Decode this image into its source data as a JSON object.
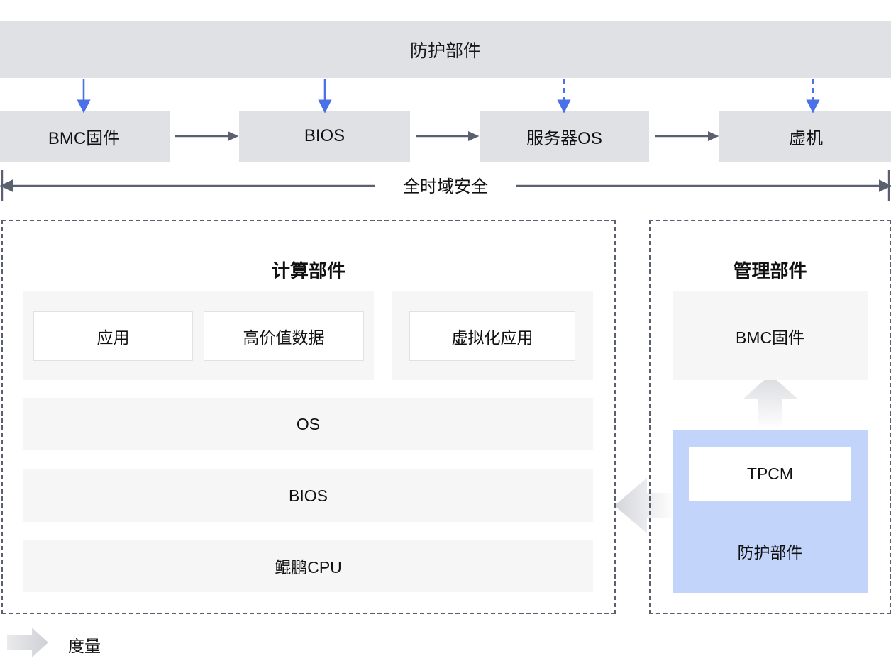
{
  "banner": {
    "label": "防护部件"
  },
  "chain": {
    "items": [
      {
        "label": "BMC固件",
        "arrow_style": "solid"
      },
      {
        "label": "BIOS",
        "arrow_style": "solid"
      },
      {
        "label": "服务器OS",
        "arrow_style": "dashed"
      },
      {
        "label": "虚机",
        "arrow_style": "dashed"
      }
    ]
  },
  "timeline": {
    "label": "全时域安全"
  },
  "compute_panel": {
    "title": "计算部件",
    "cards": [
      {
        "label": "应用"
      },
      {
        "label": "高价值数据"
      },
      {
        "label": "虚拟化应用"
      }
    ],
    "stack": [
      {
        "label": "OS"
      },
      {
        "label": "BIOS"
      },
      {
        "label": "鲲鹏CPU"
      }
    ]
  },
  "manage_panel": {
    "title": "管理部件",
    "bmc": "BMC固件",
    "tpcm": "TPCM",
    "protect": "防护部件"
  },
  "legend": {
    "label": "度量"
  },
  "colors": {
    "banner_gray": "#dfe1e4",
    "box_gray": "#dfe1e4",
    "panel_fill": "#f6f6f7",
    "blue_arrow": "#4a72e8",
    "blue_block": "#c3d4fb",
    "dark_arrow": "#5a6070",
    "dash_border": "#5a6070"
  }
}
